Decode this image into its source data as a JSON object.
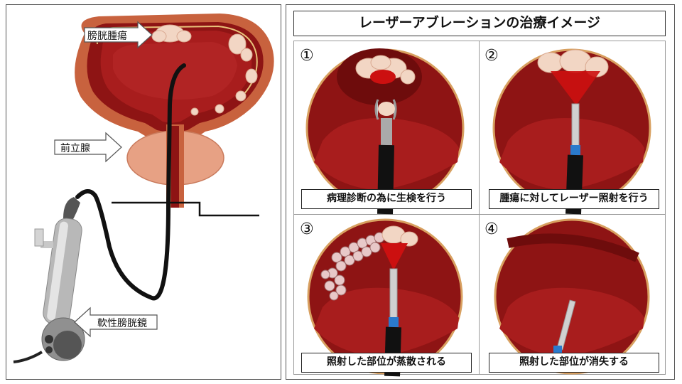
{
  "title": "レーザーアブレーションの治療イメージ",
  "anatomy_labels": {
    "bladder_tumor": "膀胱腫瘍",
    "prostate": "前立腺",
    "cystoscope": "軟性膀胱鏡"
  },
  "steps": [
    {
      "number": "①",
      "caption": "病理診断の為に生検を行う"
    },
    {
      "number": "②",
      "caption": "腫瘍に対してレーザー照射を行う"
    },
    {
      "number": "③",
      "caption": "照射した部位が蒸散される"
    },
    {
      "number": "④",
      "caption": "照射した部位が消失する"
    }
  ],
  "colors": {
    "bladder_outer": "#c8623e",
    "bladder_inner": "#8e1414",
    "bladder_lumen": "#a81d1d",
    "tumor": "#f2d6c4",
    "prostate": "#e7a184",
    "laser": "#cc1010",
    "scope_black": "#111111"
  }
}
